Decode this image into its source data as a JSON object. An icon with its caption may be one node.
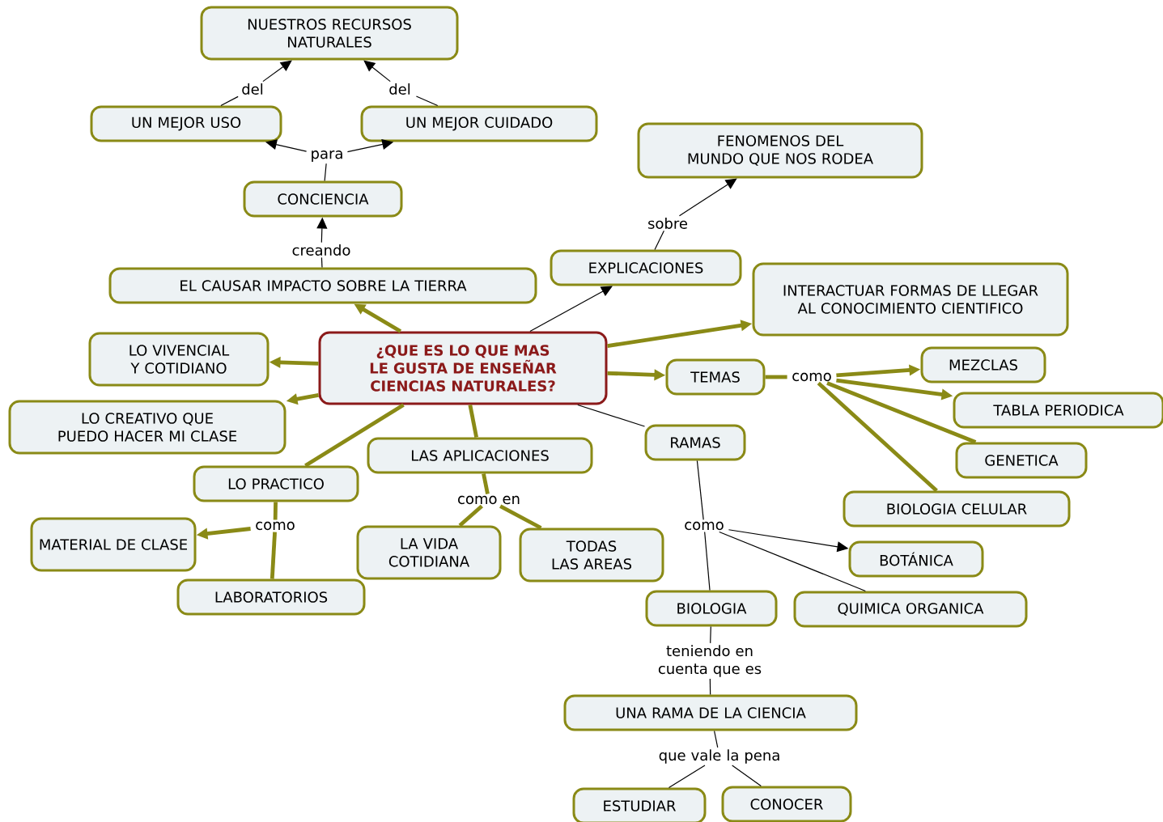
{
  "diagram": {
    "nodes": [
      {
        "text": [
          "NUESTROS RECURSOS NATURALES"
        ]
      },
      {
        "text": [
          "del"
        ]
      },
      {
        "text": [
          "del"
        ]
      },
      {
        "text": [
          "UN MEJOR USO"
        ]
      },
      {
        "text": [
          "UN MEJOR CUIDADO"
        ]
      },
      {
        "text": [
          "para"
        ]
      },
      {
        "text": [
          "CONCIENCIA"
        ]
      },
      {
        "text": [
          "FENOMENOS DEL MUNDO QUE NOS RODEA"
        ]
      },
      {
        "text": [
          "sobre"
        ]
      },
      {
        "text": [
          "creando"
        ]
      },
      {
        "text": [
          "EXPLICACIONES"
        ]
      },
      {
        "text": [
          "EL CAUSAR IMPACTO SOBRE LA TIERRA"
        ]
      },
      {
        "text": [
          "INTERACTUAR FORMAS DE LLEGAR AL CONOCIMIENTO CIENTIFICO"
        ]
      },
      {
        "text": [
          "¿QUE ES LO QUE MAS LE GUSTA DE ENSEÑAR CIENCIAS NATURALES?"
        ]
      },
      {
        "text": [
          "LO VIVENCIAL Y COTIDIANO"
        ]
      },
      {
        "text": [
          "TEMAS"
        ]
      },
      {
        "text": [
          "como"
        ]
      },
      {
        "text": [
          "MEZCLAS"
        ]
      },
      {
        "text": [
          "LO CREATIVO QUE PUEDO HACER MI CLASE"
        ]
      },
      {
        "text": [
          "TABLA PERIODICA"
        ]
      },
      {
        "text": [
          "RAMAS"
        ]
      },
      {
        "text": [
          "LAS APLICACIONES"
        ]
      },
      {
        "text": [
          "GENETICA"
        ]
      },
      {
        "text": [
          "LO PRACTICO"
        ]
      },
      {
        "text": [
          "como en"
        ]
      },
      {
        "text": [
          "BIOLOGIA CELULAR"
        ]
      },
      {
        "text": [
          "MATERIAL DE CLASE"
        ]
      },
      {
        "text": [
          "como"
        ]
      },
      {
        "text": [
          "como"
        ]
      },
      {
        "text": [
          "LA VIDA COTIDIANA"
        ]
      },
      {
        "text": [
          "TODAS LAS AREAS"
        ]
      },
      {
        "text": [
          "BOTÁNICA"
        ]
      },
      {
        "text": [
          "LABORATORIOS"
        ]
      },
      {
        "text": [
          "BIOLOGIA"
        ]
      },
      {
        "text": [
          "QUIMICA ORGANICA"
        ]
      },
      {
        "text": [
          "teniendo en cuenta que es"
        ]
      },
      {
        "text": [
          "UNA RAMA DE LA CIENCIA"
        ]
      },
      {
        "text": [
          "que vale la pena"
        ]
      },
      {
        "text": [
          "ESTUDIAR"
        ]
      },
      {
        "text": [
          "CONOCER"
        ]
      }
    ],
    "edges": [
      {
        "from": 3,
        "to": 1,
        "arrow": "none"
      },
      {
        "from": 1,
        "to": 0,
        "arrow": "to"
      },
      {
        "from": 4,
        "to": 2,
        "arrow": "none"
      },
      {
        "from": 2,
        "to": 0,
        "arrow": "to"
      },
      {
        "from": 6,
        "to": 5,
        "arrow": "none"
      },
      {
        "from": 5,
        "to": 3,
        "arrow": "to"
      },
      {
        "from": 5,
        "to": 4,
        "arrow": "to"
      },
      {
        "from": 11,
        "to": 9,
        "arrow": "none"
      },
      {
        "from": 9,
        "to": 6,
        "arrow": "to"
      },
      {
        "from": 13,
        "to": 11,
        "arrow": "to",
        "style": "thick",
        "color": "#8a8a16"
      },
      {
        "from": 13,
        "to": 10,
        "arrow": "to"
      },
      {
        "from": 10,
        "to": 8,
        "arrow": "none"
      },
      {
        "from": 8,
        "to": 7,
        "arrow": "to"
      },
      {
        "from": 13,
        "to": 12,
        "arrow": "to",
        "style": "thick",
        "color": "#8a8a16"
      },
      {
        "from": 13,
        "to": 14,
        "arrow": "to",
        "style": "thick",
        "color": "#8a8a16"
      },
      {
        "from": 13,
        "to": 18,
        "arrow": "to",
        "style": "thick",
        "color": "#8a8a16"
      },
      {
        "from": 13,
        "to": 15,
        "arrow": "to",
        "style": "thick",
        "color": "#8a8a16"
      },
      {
        "from": 15,
        "to": 16,
        "arrow": "none",
        "style": "thick",
        "color": "#8a8a16"
      },
      {
        "from": 16,
        "to": 17,
        "arrow": "to",
        "style": "thick",
        "color": "#8a8a16"
      },
      {
        "from": 16,
        "to": 19,
        "arrow": "to",
        "style": "thick",
        "color": "#8a8a16"
      },
      {
        "from": 16,
        "to": 22,
        "arrow": "none",
        "style": "thick",
        "color": "#8a8a16"
      },
      {
        "from": 16,
        "to": 25,
        "arrow": "none",
        "style": "thick",
        "color": "#8a8a16"
      },
      {
        "from": 13,
        "to": 20,
        "arrow": "none"
      },
      {
        "from": 20,
        "to": 28,
        "arrow": "none"
      },
      {
        "from": 28,
        "to": 31,
        "arrow": "to"
      },
      {
        "from": 28,
        "to": 34,
        "arrow": "none"
      },
      {
        "from": 28,
        "to": 33,
        "arrow": "none"
      },
      {
        "from": 13,
        "to": 21,
        "arrow": "none",
        "style": "thick",
        "color": "#8a8a16"
      },
      {
        "from": 21,
        "to": 24,
        "arrow": "none",
        "style": "thick",
        "color": "#8a8a16"
      },
      {
        "from": 24,
        "to": 29,
        "arrow": "none",
        "style": "thick",
        "color": "#8a8a16"
      },
      {
        "from": 24,
        "to": 30,
        "arrow": "none",
        "style": "thick",
        "color": "#8a8a16"
      },
      {
        "from": 13,
        "to": 23,
        "arrow": "none",
        "style": "thick",
        "color": "#8a8a16"
      },
      {
        "from": 23,
        "to": 27,
        "arrow": "none",
        "style": "thick",
        "color": "#8a8a16"
      },
      {
        "from": 27,
        "to": 26,
        "arrow": "to",
        "style": "thick",
        "color": "#8a8a16"
      },
      {
        "from": 27,
        "to": 32,
        "arrow": "none",
        "style": "thick",
        "color": "#8a8a16"
      },
      {
        "from": 33,
        "to": 35,
        "arrow": "none"
      },
      {
        "from": 35,
        "to": 36,
        "arrow": "none"
      },
      {
        "from": 36,
        "to": 37,
        "arrow": "none"
      },
      {
        "from": 37,
        "to": 38,
        "arrow": "none"
      },
      {
        "from": 37,
        "to": 39,
        "arrow": "none"
      }
    ]
  }
}
